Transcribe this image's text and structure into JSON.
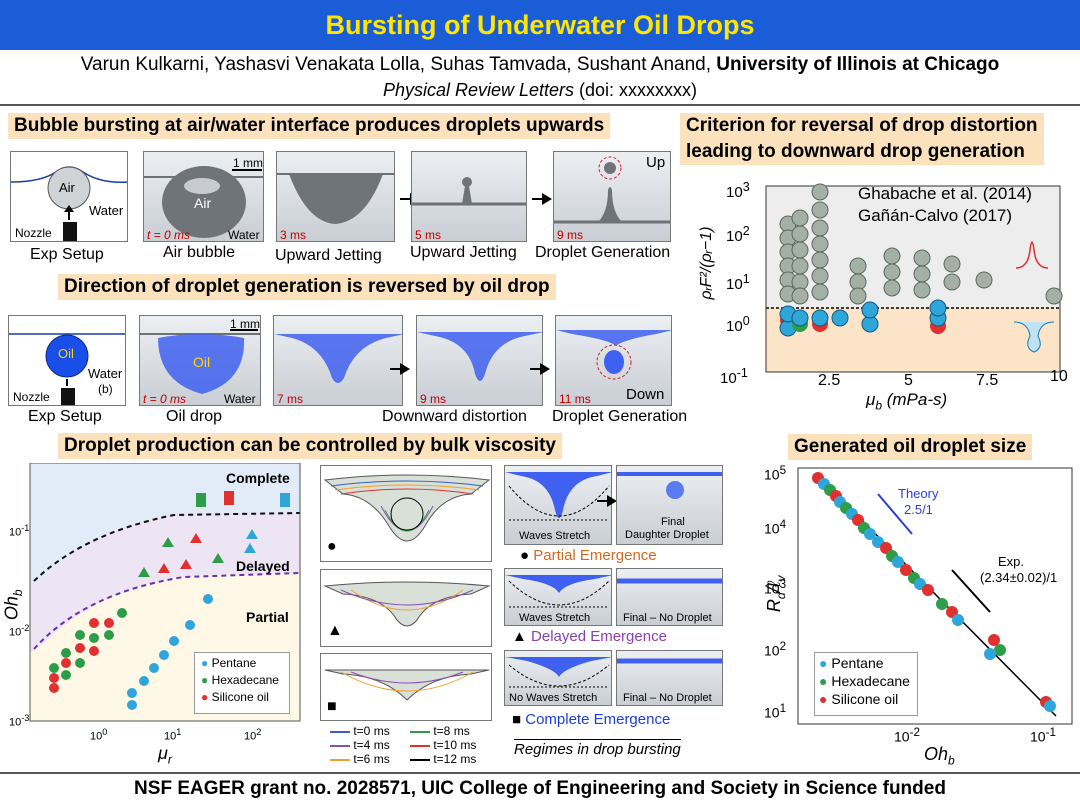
{
  "title": "Bursting of Underwater Oil Drops",
  "authors": "Varun Kulkarni, Yashasvi Venakata Lolla, Suhas Tamvada, Sushant Anand, ",
  "affiliation": "University of Illinois at Chicago",
  "journal_name": "Physical Review Letters",
  "journal_doi": " (doi: xxxxxxxx)",
  "bubble": {
    "heading": "Bubble bursting at air/water interface produces droplets upwards",
    "setup_air": "Air",
    "setup_water": "Water",
    "setup_nozzle": "Nozzle",
    "scale": "1 mm",
    "air_label": "Air",
    "t0": "t = 0 ms",
    "water": "Water",
    "t3": "3 ms",
    "t5": "5 ms",
    "t9": "9 ms",
    "up": "Up",
    "captions": [
      "Exp Setup",
      "Air bubble",
      "Upward Jetting",
      "Upward Jetting",
      "Droplet Generation"
    ]
  },
  "oil": {
    "heading": "Direction of droplet generation is reversed by oil drop",
    "setup_oil": "Oil",
    "setup_water": "Water",
    "setup_b": "(b)",
    "setup_nozzle": "Nozzle",
    "scale": "1 mm",
    "oil_label": "Oil",
    "t0": "t = 0 ms",
    "water": "Water",
    "t7": "7 ms",
    "t9": "9 ms",
    "t11": "11 ms",
    "down": "Down",
    "captions": [
      "Exp Setup",
      "Oil drop",
      "Downward distortion",
      "Droplet Generation"
    ]
  },
  "viscosity": {
    "heading": "Droplet production can be controlled by bulk viscosity",
    "complete": "Complete",
    "delayed": "Delayed",
    "partial": "Partial",
    "ylabel": "Oh",
    "ylabel_sub": "b",
    "xlabel": "μ",
    "xlabel_sub": "r",
    "yticks": [
      "10",
      "10",
      "10"
    ],
    "yexp": [
      "-1",
      "-2",
      "-3"
    ],
    "xticks": [
      "10",
      "10",
      "10"
    ],
    "xexp": [
      "0",
      "1",
      "2"
    ],
    "legend": [
      "Pentane",
      "Hexadecane",
      "Silicone oil"
    ],
    "legend_colors": [
      "#2fa6d9",
      "#2e9d4a",
      "#e03030"
    ]
  },
  "profiles": {
    "legend": [
      "t=0 ms",
      "t=8 ms",
      "t=4 ms",
      "t=10 ms",
      "t=6 ms",
      "t=12 ms"
    ],
    "legend_colors": [
      "#3a5cc4",
      "#2e9d4a",
      "#8a4fb0",
      "#e03030",
      "#f0a030",
      "#000000"
    ]
  },
  "regimes": {
    "waves_stretch": "Waves Stretch",
    "final": "Final",
    "daughter": "Daughter Droplet",
    "partial": "Partial Emergence",
    "waves_stretch2": "Waves Stretch",
    "final_no1": "Final – No Droplet",
    "delayed": "Delayed Emergence",
    "no_waves": "No Waves Stretch",
    "final_no2": "Final – No Droplet",
    "complete": "Complete Emergence",
    "caption": "Regimes in drop bursting",
    "partial_color": "#d2691e",
    "delayed_color": "#8a3fb0",
    "complete_color": "#1a3fd6"
  },
  "criterion": {
    "heading_line1": "Criterion for reversal of drop distortion",
    "heading_line2": "leading to downward drop generation",
    "ref1": "Ghabache et al. (2014)",
    "ref2": "Gañán-Calvo (2017)",
    "ylabel": "ρᵣF²/(ρᵣ−1)",
    "xlabel": "μ",
    "xlabel_sub": "b",
    "xlabel_unit": " (mPa-s)",
    "yticks": [
      "10",
      "10",
      "10",
      "10",
      "10"
    ],
    "yexp": [
      "3",
      "2",
      "1",
      "0",
      "-1"
    ],
    "xticks": [
      "2.5",
      "5",
      "7.5",
      "10"
    ]
  },
  "size": {
    "heading": "Generated oil droplet size",
    "theory": "Theory",
    "theory_slope": "2.5/1",
    "exp": "Exp.",
    "exp_slope": "(2.34±0.02)/1",
    "ylabel": "R",
    "ylabel_sub": "d",
    "ylabel_tail": "/ℓ",
    "ylabel_sub2": "v",
    "xlabel": "Oh",
    "xlabel_sub": "b",
    "yticks": [
      "10",
      "10",
      "10",
      "10",
      "10"
    ],
    "yexp": [
      "5",
      "4",
      "3",
      "2",
      "1"
    ],
    "xticks": [
      "10",
      "10"
    ],
    "xexp": [
      "-2",
      "-1"
    ],
    "legend": [
      "Pentane",
      "Hexadecane",
      "Silicone oil"
    ],
    "theory_color": "#2a3fd6"
  },
  "footer": "NSF EAGER grant no. 2028571, UIC College of Engineering and Society in Science funded"
}
